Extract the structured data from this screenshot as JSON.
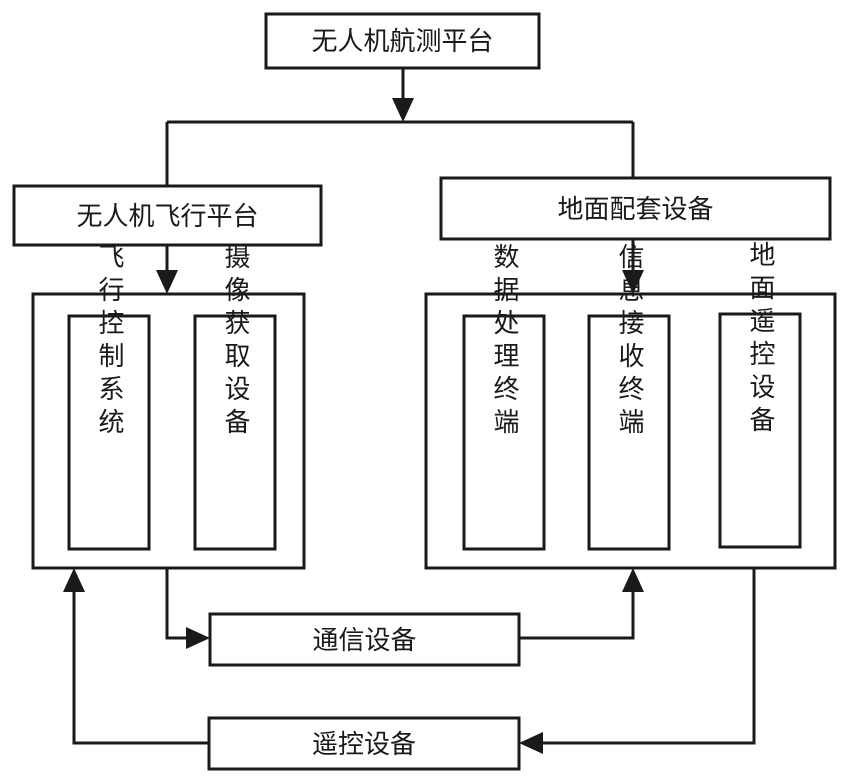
{
  "nodes": {
    "top_platform": "无人机航测平台",
    "flight_platform": "无人机飞行平台",
    "ground_equipment": "地面配套设备",
    "flight_control": "飞行控制系统",
    "camera_capture": "摄像获取设备",
    "data_processing": "数据处理终端",
    "info_receive": "信息接收终端",
    "ground_remote": "地面遥控设备",
    "communication": "通信设备",
    "remote_control": "遥控设备"
  },
  "colors": {
    "line": "#1a1a1a",
    "fill": "#ffffff"
  }
}
